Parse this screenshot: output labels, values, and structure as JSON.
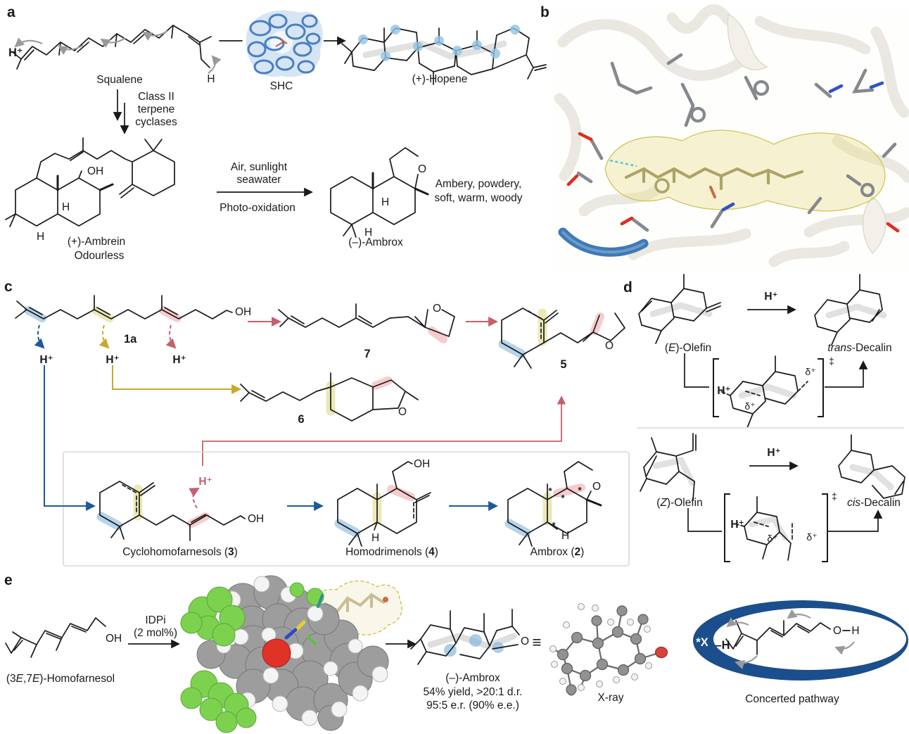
{
  "colors": {
    "highlight_blue": "#a9cde7",
    "highlight_yellow": "#e9e5ab",
    "highlight_pink": "#f6c3c6",
    "highlight_gray": "#d9d9d9",
    "arrow_blue": "#1d5a9c",
    "arrow_gold": "#c9a92c",
    "arrow_rose": "#c5606c",
    "navy_ellipse": "#1b4e8c",
    "protein_blue": "#4a7fc1",
    "fluorine_green": "#7cd24f",
    "oxygen_red": "#dd2f1f"
  },
  "panel_a": {
    "label": "a",
    "proton": "H⁺",
    "squalene": "Squalene",
    "allylic_h": "H",
    "enzyme": "SHC",
    "cyclase_line1": "Class II",
    "cyclase_line2": "terpene",
    "cyclase_line3": "cyclases",
    "hopene": "(+)-Hopene",
    "ambrein": "(+)-Ambrein",
    "ambrein_note": "Odourless",
    "oh": "OH",
    "h": "H",
    "cond_line1": "Air, sunlight",
    "cond_line2": "seawater",
    "cond_line3": "Photo-oxidation",
    "ambrox": "(–)-Ambrox",
    "o": "O",
    "odor_line1": "Ambery, powdery,",
    "odor_line2": "soft, warm, woody"
  },
  "panel_b": {
    "label": "b"
  },
  "panel_c": {
    "label": "c",
    "substrate_id": "1a",
    "oh": "OH",
    "proton": "H⁺",
    "o": "O",
    "h": "H",
    "star": "*",
    "n7": "7",
    "n6": "6",
    "n5": "5",
    "cyclo": {
      "text": "Cyclohomofarnesols (",
      "num": "3",
      "close": ")"
    },
    "homo": {
      "text": "Homodrimenols (",
      "num": "4",
      "close": ")"
    },
    "ambrox": {
      "text": "Ambrox (",
      "num": "2",
      "close": ")"
    }
  },
  "panel_d": {
    "label": "d",
    "proton": "H⁺",
    "delta": "δ⁺",
    "dagger": "‡",
    "e_olefin": {
      "pre": "(",
      "it": "E",
      "post": ")-Olefin"
    },
    "z_olefin": {
      "pre": "(",
      "it": "Z",
      "post": ")-Olefin"
    },
    "trans_decalin": {
      "it": "trans",
      "post": "-Decalin"
    },
    "cis_decalin": {
      "it": "cis",
      "post": "-Decalin"
    }
  },
  "panel_e": {
    "label": "e",
    "substrate": {
      "p1": "(3",
      "it1": "E",
      "p2": ",7",
      "it2": "E",
      "p3": ")-Homofarnesol"
    },
    "oh": "OH",
    "catalyst_line1": "IDPi",
    "catalyst_line2": "(2 mol%)",
    "o": "O",
    "product_name": "(–)-Ambrox",
    "product_yield": "54% yield, >20:1 d.r.",
    "product_selectivity": "95:5 e.r. (90% e.e.)",
    "equivalence": "≡",
    "xray": "X-ray",
    "cat_site": "*X",
    "cat_h": "–H",
    "path_o": "O",
    "path_h": "H",
    "pathway": "Concerted pathway"
  }
}
